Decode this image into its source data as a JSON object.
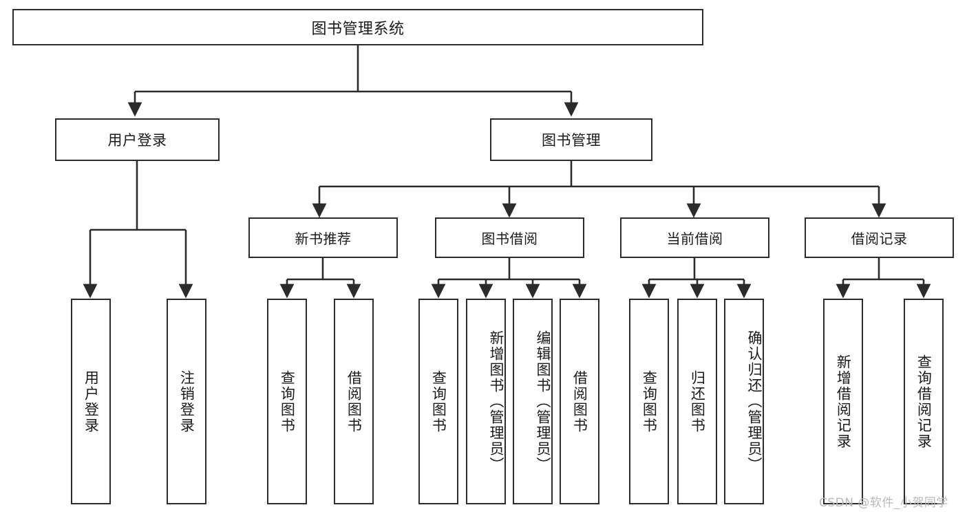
{
  "diagram": {
    "title": "图书管理系统",
    "type": "tree-hierarchy",
    "root": {
      "label": "图书管理系统"
    },
    "level1": [
      {
        "label": "用户登录"
      },
      {
        "label": "图书管理"
      }
    ],
    "level2": [
      {
        "label": "新书推荐"
      },
      {
        "label": "图书借阅"
      },
      {
        "label": "当前借阅"
      },
      {
        "label": "借阅记录"
      }
    ],
    "leaves": {
      "user_login": [
        {
          "label": "用户登录"
        },
        {
          "label": "注销登录"
        }
      ],
      "new_book_recommend": [
        {
          "label": "查询图书"
        },
        {
          "label": "借阅图书"
        }
      ],
      "book_borrow": [
        {
          "label": "查询图书"
        },
        {
          "label": "新增图书（管理员）"
        },
        {
          "label": "编辑图书（管理员）"
        },
        {
          "label": "借阅图书"
        }
      ],
      "current_borrow": [
        {
          "label": "查询图书"
        },
        {
          "label": "归还图书"
        },
        {
          "label": "确认归还（管理员）"
        }
      ],
      "borrow_record": [
        {
          "label": "新增借阅记录"
        },
        {
          "label": "查询借阅记录"
        }
      ]
    }
  },
  "watermark": {
    "text": "CSDN @软件_小贺同学"
  },
  "colors": {
    "stroke": "#2b2b2b",
    "fill": "#ffffff",
    "text": "#1a1a1a",
    "watermark": "#b9b9b9"
  }
}
